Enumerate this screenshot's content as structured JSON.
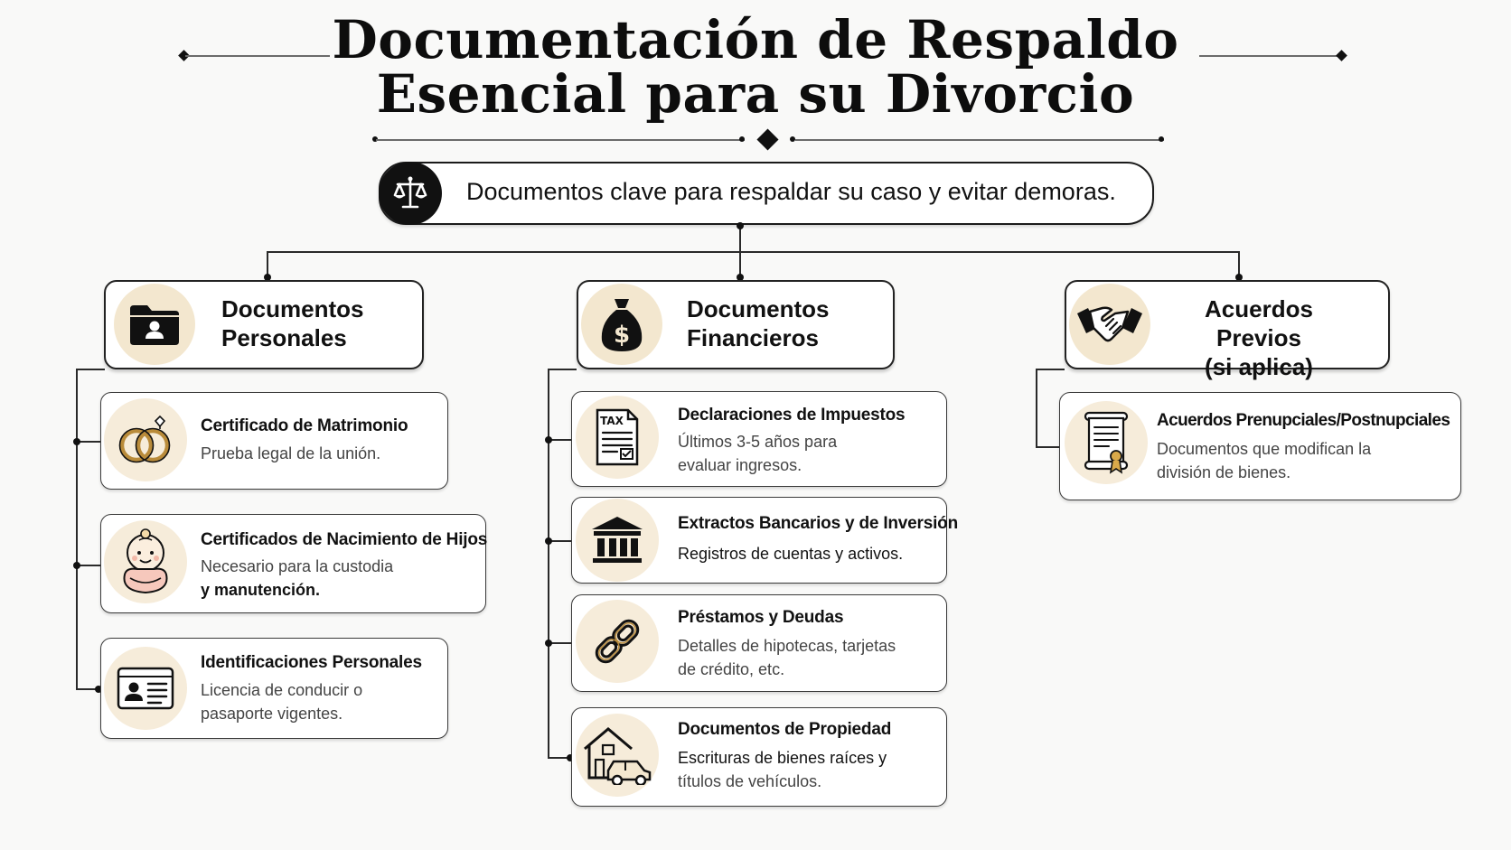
{
  "title": {
    "line1": "Documentación de Respaldo",
    "line2": "Esencial para su Divorcio"
  },
  "subtitle": {
    "icon": "scale-icon",
    "text": "Documentos clave para respaldar su caso y evitar demoras."
  },
  "categories": [
    {
      "icon": "folder-person-icon",
      "title_line1": "Documentos",
      "title_line2": "Personales",
      "items": [
        {
          "icon": "wedding-rings-icon",
          "title": "Certificado de Matrimonio",
          "desc_line1": "Prueba legal de la unión.",
          "desc_line2": ""
        },
        {
          "icon": "baby-icon",
          "title": "Certificados de Nacimiento de Hijos",
          "desc_line1": "Necesario para la custodia",
          "desc_line2": "y manutención."
        },
        {
          "icon": "id-card-icon",
          "title": "Identificaciones Personales",
          "desc_line1": "Licencia de conducir o",
          "desc_line2": "pasaporte vigentes."
        }
      ]
    },
    {
      "icon": "money-bag-icon",
      "title_line1": "Documentos",
      "title_line2": "Financieros",
      "items": [
        {
          "icon": "tax-document-icon",
          "title": "Declaraciones de Impuestos",
          "desc_line1": "Últimos 3-5 años para",
          "desc_line2": "evaluar ingresos."
        },
        {
          "icon": "bank-icon",
          "title": "Extractos Bancarios y de Inversión",
          "desc_line1": "Registros de cuentas y activos.",
          "desc_line2": ""
        },
        {
          "icon": "chain-link-icon",
          "title": "Préstamos y Deudas",
          "desc_line1": "Detalles de hipotecas, tarjetas",
          "desc_line2": "de crédito, etc."
        },
        {
          "icon": "house-car-icon",
          "title": "Documentos de Propiedad",
          "desc_line1": "Escrituras de bienes raíces y",
          "desc_line2": "títulos de vehículos."
        }
      ]
    },
    {
      "icon": "handshake-icon",
      "title_line1": "Acuerdos Previos",
      "title_line2": "(si aplica)",
      "items": [
        {
          "icon": "scroll-certificate-icon",
          "title": "Acuerdos Prenupciales/Postnupciales",
          "desc_line1": "Documentos que modifican la",
          "desc_line2": "división de bienes."
        }
      ]
    }
  ],
  "colors": {
    "accent_circle": "#f3e7cf",
    "ink": "#111111",
    "gold": "#b98b3a"
  }
}
